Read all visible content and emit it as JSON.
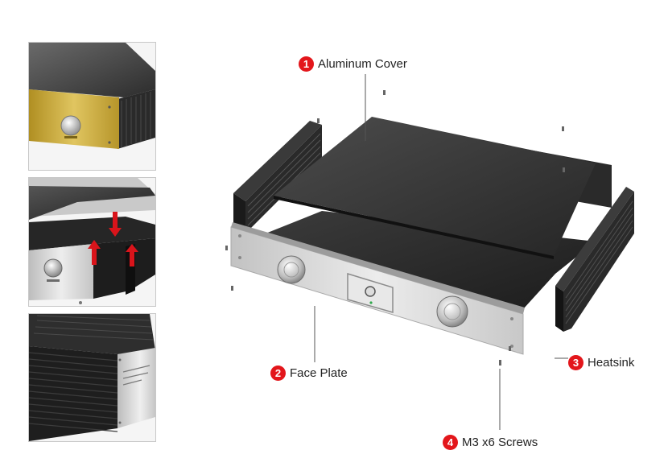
{
  "callouts": [
    {
      "number": "1",
      "label": "Aluminum Cover"
    },
    {
      "number": "2",
      "label": "Face Plate"
    },
    {
      "number": "3",
      "label": "Heatsink"
    },
    {
      "number": "4",
      "label": "M3 x6 Screws"
    }
  ],
  "colors": {
    "badge": "#e3161b",
    "cover": "#3a3a3a",
    "face_plate": "#d4d4d4",
    "gold_plate": "#c9a93a",
    "arrow": "#d9141b"
  }
}
